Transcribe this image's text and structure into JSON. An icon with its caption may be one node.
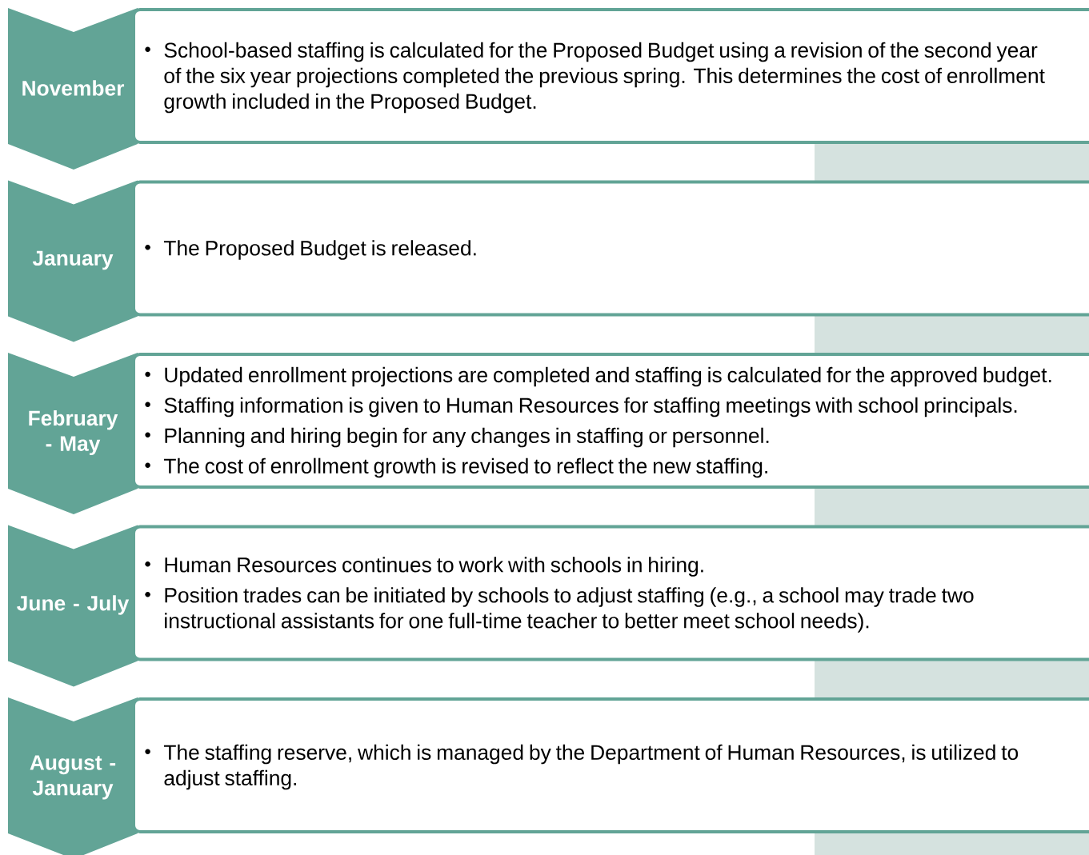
{
  "diagram": {
    "nodes": [
      {
        "text": [
          "November"
        ]
      },
      {
        "text": [
          "School-based staffing is calculated for the Proposed Budget using a revision of the second year of the six year projections completed the previous spring. This determines the cost of enrollment growth included in the Proposed Budget."
        ]
      },
      {
        "text": [
          "January"
        ]
      },
      {
        "text": [
          "The Proposed Budget is released."
        ]
      },
      {
        "text": [
          "February - May"
        ]
      },
      {
        "text": [
          "Updated enrollment projections are completed and staffing is calculated for the approved budget.",
          "Staffing information is given to Human Resources for staffing meetings with school principals.",
          "Planning and hiring begin for any changes in staffing or personnel.",
          "The cost of enrollment growth is revised to reflect the new staffing."
        ]
      },
      {
        "text": [
          "June - July"
        ]
      },
      {
        "text": [
          "Human Resources continues to work with schools in hiring.",
          "Position trades can be initiated by schools to adjust staffing (e.g., a school may trade two instructional assistants for one full-time teacher to better meet school needs)."
        ]
      },
      {
        "text": [
          "August - January"
        ]
      },
      {
        "text": [
          "The staffing reserve, which is managed by the Department of Human Resources, is utilized to adjust staffing."
        ]
      }
    ]
  }
}
